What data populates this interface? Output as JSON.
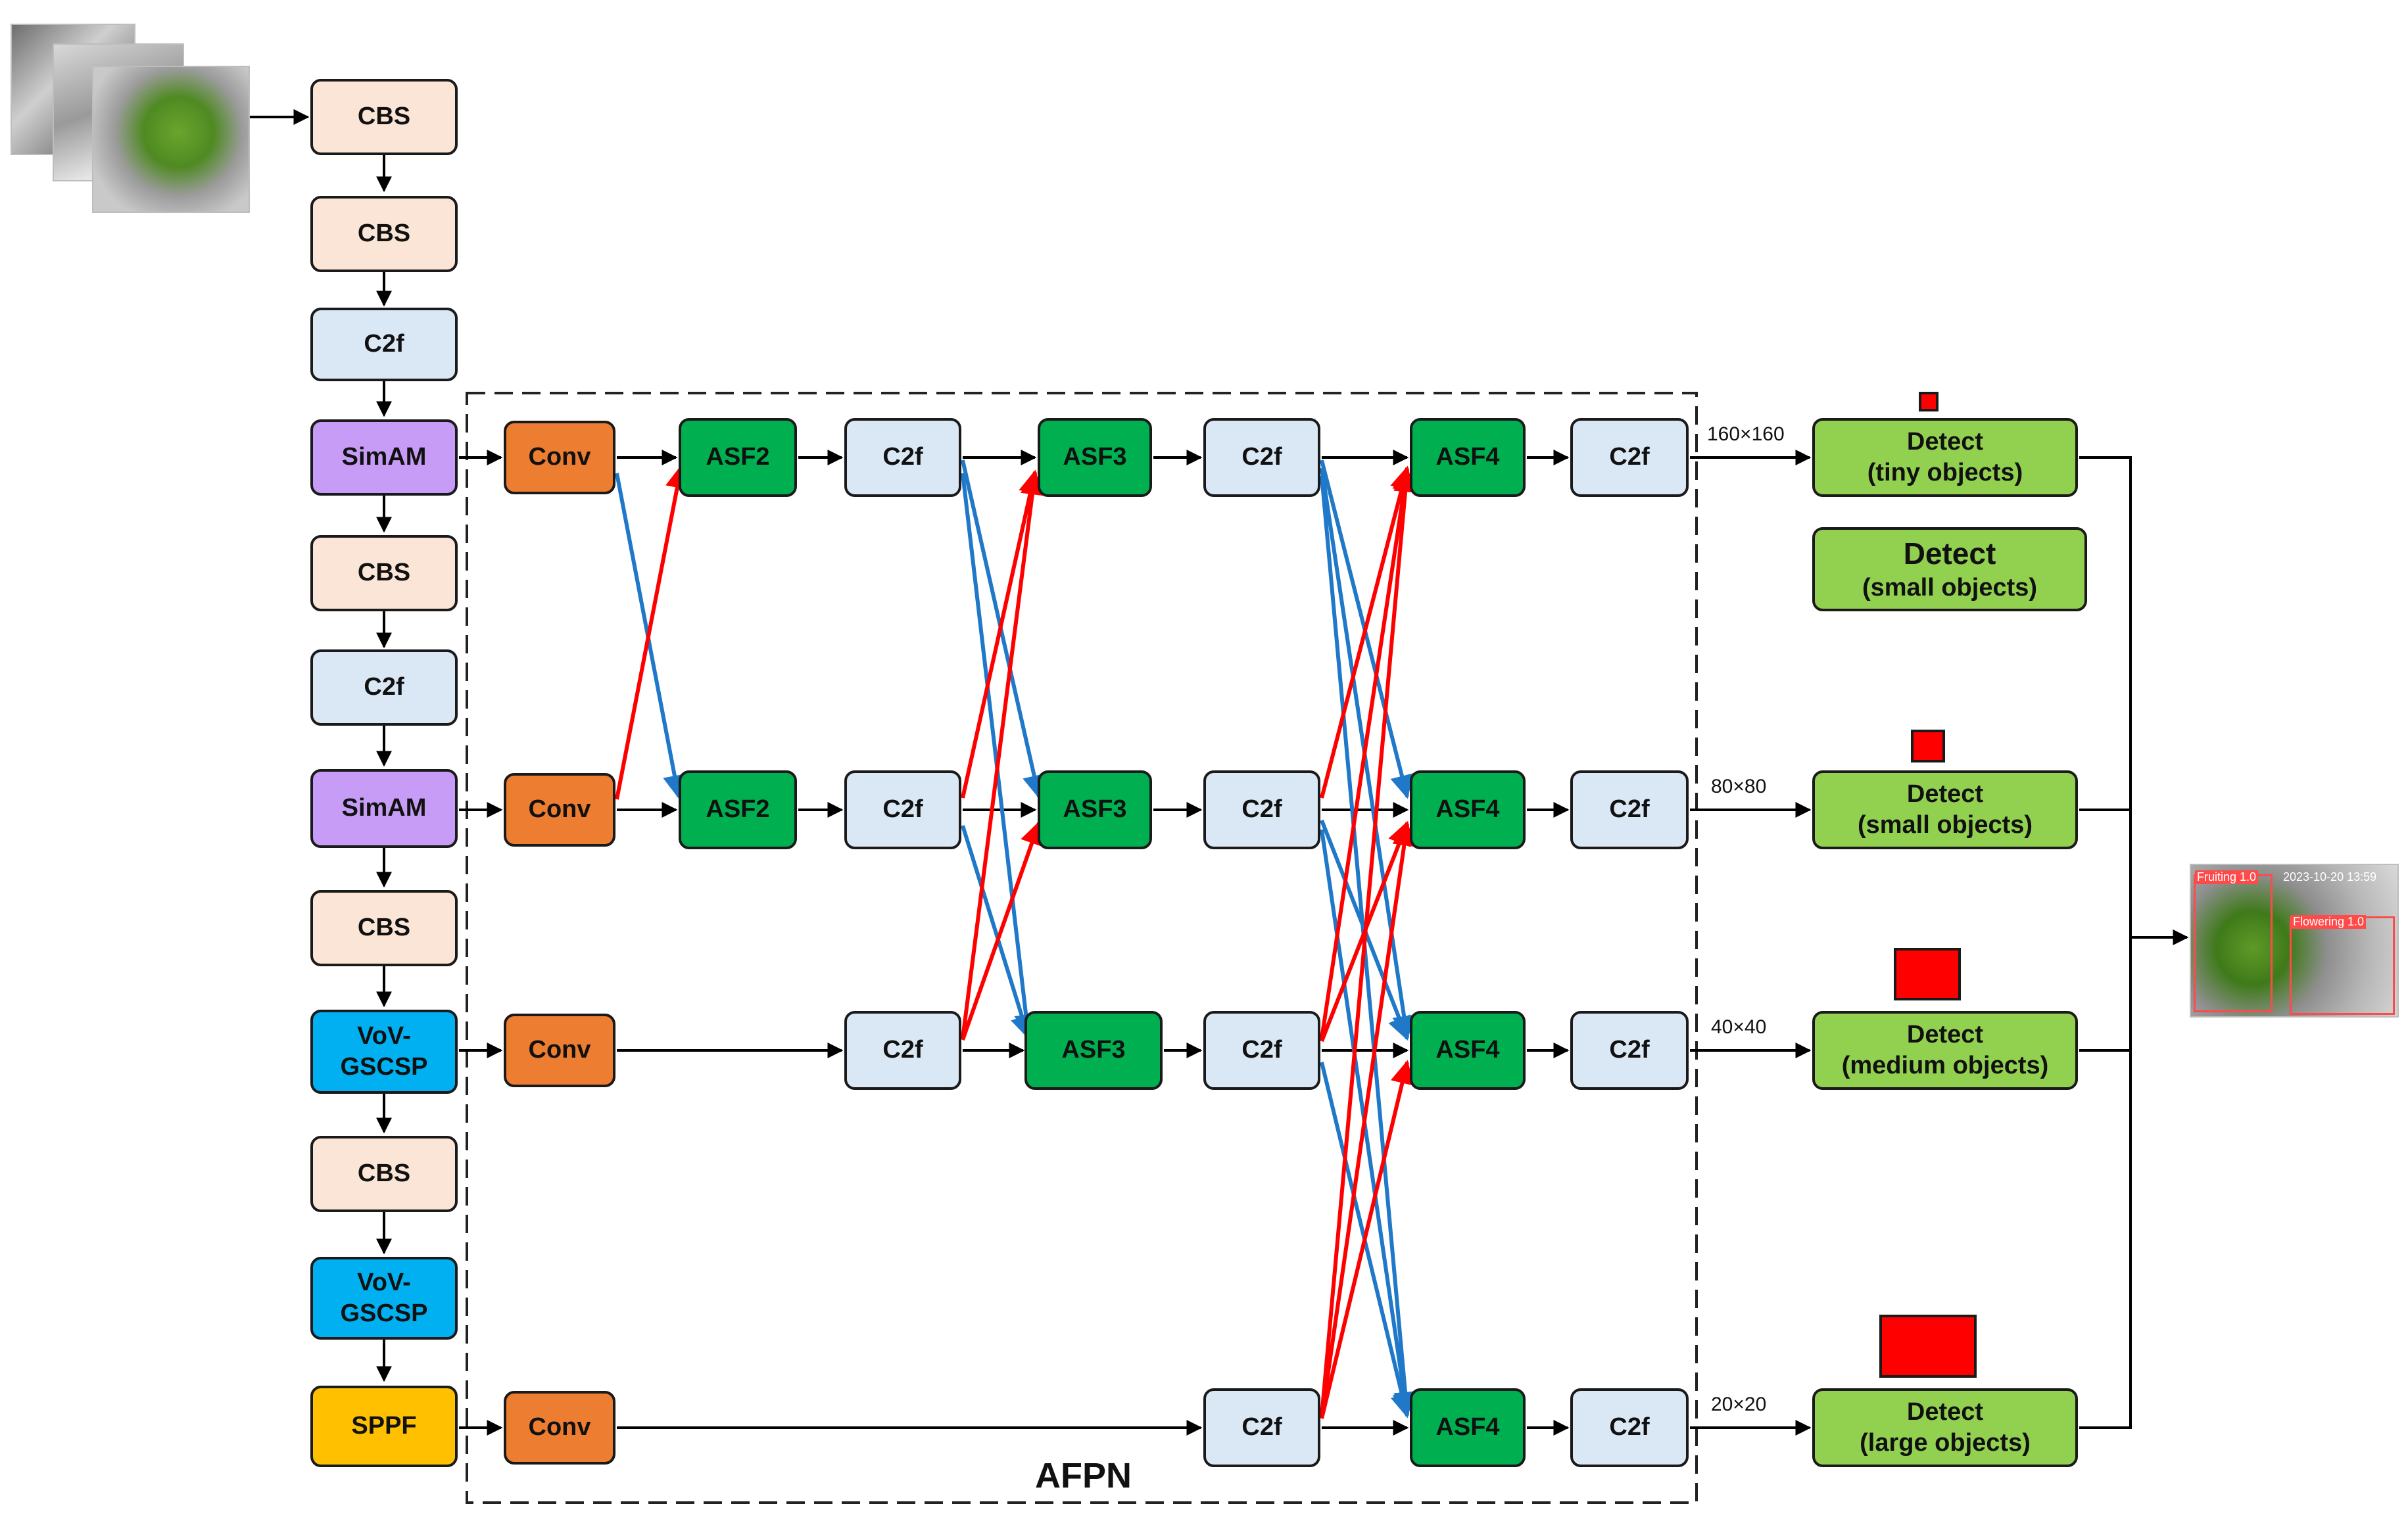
{
  "colors": {
    "cbs": "#fbe5d6",
    "c2f": "#dae8f5",
    "simam": "#c79cf7",
    "vov": "#00b0f0",
    "sppf": "#ffc000",
    "conv": "#ed7d31",
    "asf": "#00b050",
    "detect": "#92d050",
    "blue_arrow": "#1f78c8",
    "red_arrow": "#ff0000",
    "black_arrow": "#000000"
  },
  "backbone": {
    "cbs1": "CBS",
    "cbs2": "CBS",
    "c2f1": "C2f",
    "simam1": "SimAM",
    "cbs3": "CBS",
    "c2f2": "C2f",
    "simam2": "SimAM",
    "cbs4": "CBS",
    "vov1_l1": "VoV-",
    "vov1_l2": "GSCSP",
    "cbs5": "CBS",
    "vov2_l1": "VoV-",
    "vov2_l2": "GSCSP",
    "sppf": "SPPF"
  },
  "afpn": {
    "title": "AFPN",
    "conv": "Conv",
    "asf2": "ASF2",
    "asf3": "ASF3",
    "asf4": "ASF4",
    "c2f": "C2f"
  },
  "scales": [
    "160×160",
    "80×80",
    "40×40",
    "20×20"
  ],
  "detect": {
    "word": "Detect",
    "tiny": "(tiny objects)",
    "small": "(small objects)",
    "medium": "(medium objects)",
    "large": "(large objects)"
  },
  "output_image": {
    "label_fruiting": "Fruiting 1.0",
    "label_flowering": "Flowering 1.0",
    "timestamp": "2023-10-20 13:59"
  }
}
